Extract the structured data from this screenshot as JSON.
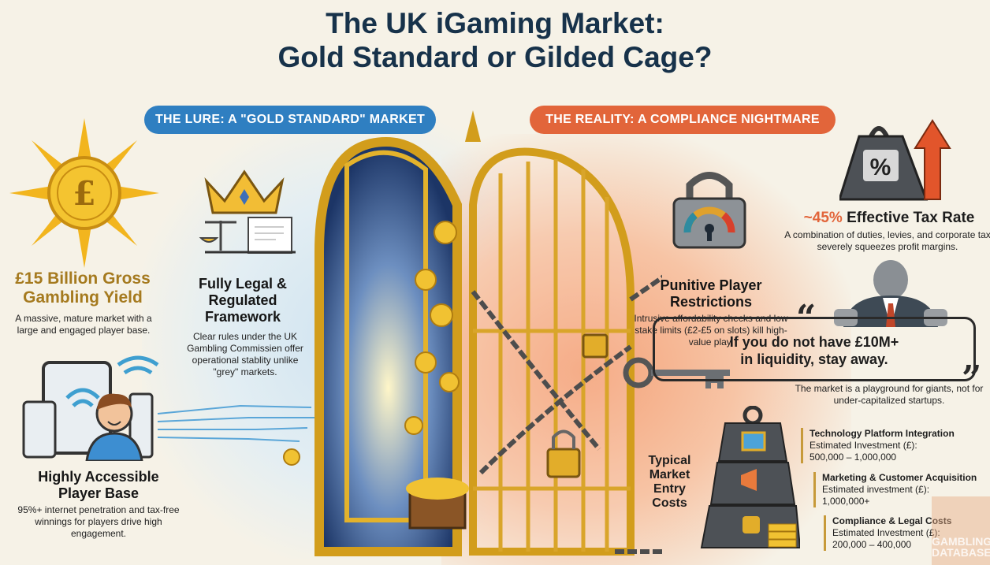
{
  "title": {
    "line1": "The UK iGaming Market:",
    "line2": "Gold Standard or Gilded Cage?"
  },
  "banners": {
    "lure": "THE LURE: A \"GOLD STANDARD\" MARKET",
    "reality": "THE REALITY: A COMPLIANCE NIGHTMARE"
  },
  "lure": {
    "yield": {
      "title1": "£15 Billion Gross",
      "title2": "Gambling Yield",
      "desc": "A massive, mature market with a large and engaged player base.",
      "icon": "pound-sun-icon"
    },
    "legal": {
      "title1": "Fully Legal &",
      "title2": "Regulated",
      "title3": "Framework",
      "desc": "Clear rules under the UK Gambling Commissien offer operational stablity unlike \"grey\" markets.",
      "icon": "crown-scale-icon"
    },
    "access": {
      "title1": "Highly Accessible",
      "title2": "Player Base",
      "desc": "95%+ internet penetration and tax-free winnings for players drive high engagement.",
      "icon": "devices-player-icon"
    }
  },
  "reality": {
    "tax": {
      "title_pct": "~45%",
      "title_rest": "Effective Tax Rate",
      "desc": "A combination of duties, levies, and corporate tax severely squeezes profit margins.",
      "symbol": "%"
    },
    "restrictions": {
      "title1": "Punitive Player",
      "title2": "Restrictions",
      "desc": "Intrusive affordability checks and low stake limits (£2-£5 on slots) kill high-value play."
    },
    "quote": {
      "line1": "If you do not have £10M+",
      "line2": "in liquidity, stay away.",
      "open": "“",
      "close": "”",
      "caption": "The market is a playground for giants, not for under-capitalized startups."
    },
    "costs": {
      "label": "Typical Market Entry Costs",
      "items": [
        {
          "name": "Technology Platform Integration",
          "est": "Estimated Investment (£):",
          "value": "500,000 – 1,000,000"
        },
        {
          "name": "Marketing & Customer Acquisition",
          "est": "Estimated investment (£):",
          "value": "1,000,000+"
        },
        {
          "name": "Compliance & Legal Costs",
          "est": "Estimated Investment (£):",
          "value": "200,000 – 400,000"
        }
      ]
    }
  },
  "watermark": {
    "line1": "GAMBLING",
    "line2": "DATABASES"
  },
  "colors": {
    "lure": "#2f7fc1",
    "reality": "#e2653a",
    "gold": "#a57a1f",
    "title": "#17324a"
  }
}
